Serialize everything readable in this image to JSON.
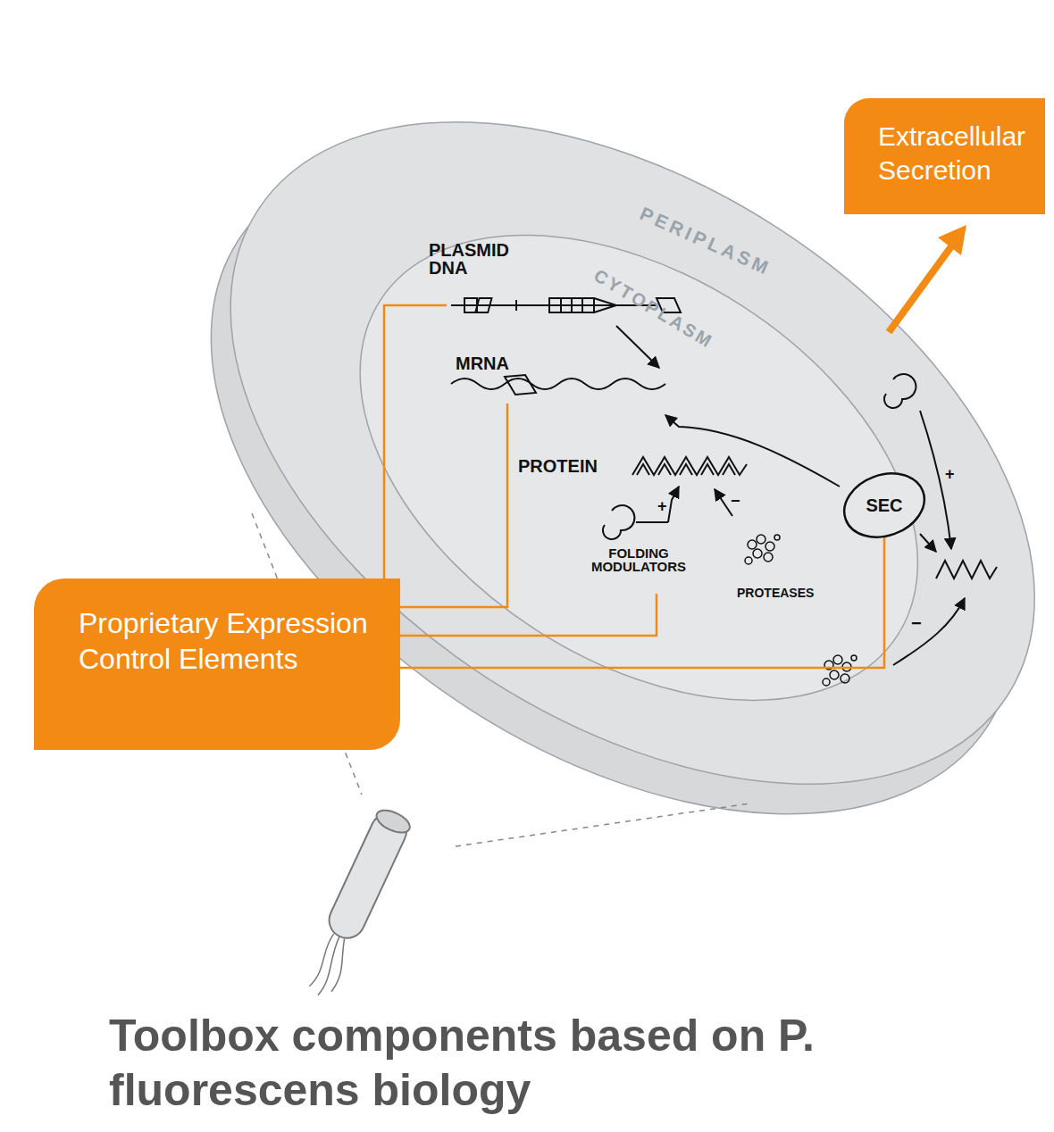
{
  "diagram": {
    "title": "Toolbox components based on P. fluorescens biology",
    "nodes": [
      {
        "text": [
          "Extracellular Secretion"
        ]
      },
      {
        "text": [
          "SEC"
        ]
      },
      {
        "text": [
          "Proprietary Expression Control Elements"
        ]
      }
    ],
    "edges": [
      {
        "from": 2,
        "to": 1,
        "arrow": "none"
      }
    ],
    "labels": [
      "PERIPLASM",
      "CYTOPLASM",
      "PLASMID DNA",
      "MRNA",
      "PROTEIN",
      "+",
      "−",
      "FOLDING MODULATORS",
      "PROTEASES",
      "+",
      "−"
    ]
  }
}
